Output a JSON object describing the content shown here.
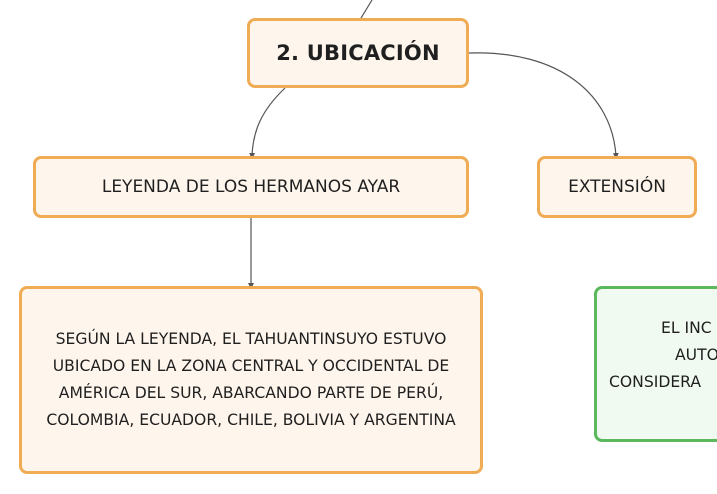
{
  "diagram": {
    "nodes": {
      "root": {
        "label": "2. UBICACIÓN"
      },
      "leyenda": {
        "label": "LEYENDA DE LOS HERMANOS AYAR"
      },
      "extension": {
        "label": "EXTENSIÓN"
      },
      "ubicacion_text": {
        "label": "SEGÚN LA LEYENDA, EL TAHUANTINSUYO ESTUVO UBICADO EN LA ZONA CENTRAL Y OCCIDENTAL DE AMÉRICA DEL SUR, ABARCANDO PARTE DE PERÚ, COLOMBIA, ECUADOR, CHILE, BOLIVIA Y ARGENTINA"
      },
      "green_partial": {
        "lines": [
          "EL INC",
          "AUTO",
          "CONSIDERA"
        ]
      }
    },
    "colors": {
      "orange_border": "#f0ac55",
      "orange_fill": "#fef5ec",
      "green_border": "#5cb85c",
      "green_fill": "#f1faf0",
      "connector": "#555555"
    }
  }
}
